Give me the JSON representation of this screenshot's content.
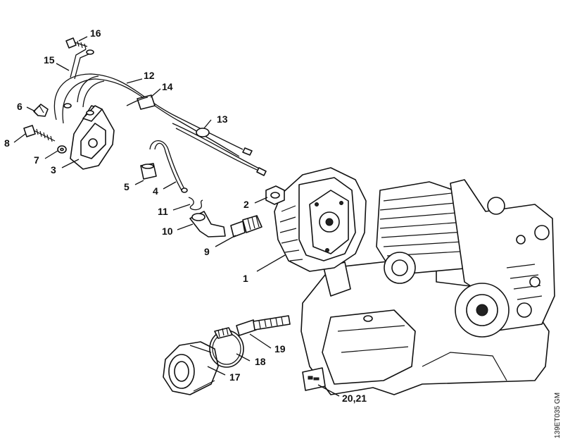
{
  "callouts": [
    {
      "id": "1",
      "text": "1"
    },
    {
      "id": "2",
      "text": "2"
    },
    {
      "id": "3",
      "text": "3"
    },
    {
      "id": "4",
      "text": "4"
    },
    {
      "id": "5",
      "text": "5"
    },
    {
      "id": "6",
      "text": "6"
    },
    {
      "id": "7",
      "text": "7"
    },
    {
      "id": "8",
      "text": "8"
    },
    {
      "id": "9",
      "text": "9"
    },
    {
      "id": "10",
      "text": "10"
    },
    {
      "id": "11",
      "text": "11"
    },
    {
      "id": "12",
      "text": "12"
    },
    {
      "id": "13",
      "text": "13"
    },
    {
      "id": "14",
      "text": "14"
    },
    {
      "id": "15",
      "text": "15"
    },
    {
      "id": "16",
      "text": "16"
    },
    {
      "id": "17",
      "text": "17"
    },
    {
      "id": "18",
      "text": "18"
    },
    {
      "id": "19",
      "text": "19"
    },
    {
      "id": "20_21",
      "text": "20,21"
    }
  ],
  "drawing_code": "139ET035 GM"
}
